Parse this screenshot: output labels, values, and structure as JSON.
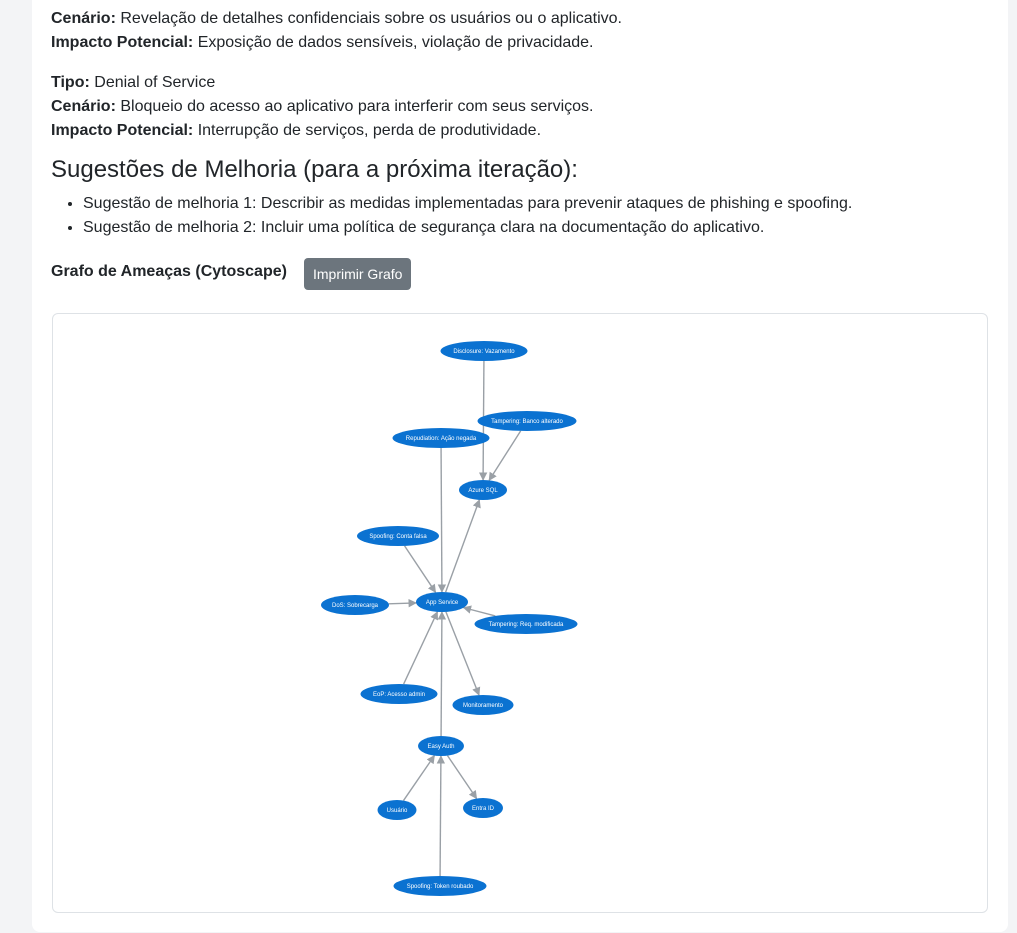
{
  "threats": [
    {
      "scenario_label": "Cenário:",
      "scenario": "Revelação de detalhes confidenciais sobre os usuários ou o aplicativo.",
      "impact_label": "Impacto Potencial:",
      "impact": "Exposição de dados sensíveis, violação de privacidade."
    },
    {
      "type_label": "Tipo:",
      "type": "Denial of Service",
      "scenario_label": "Cenário:",
      "scenario": "Bloqueio do acesso ao aplicativo para interferir com seus serviços.",
      "impact_label": "Impacto Potencial:",
      "impact": "Interrupção de serviços, perda de produtividade."
    }
  ],
  "suggestions": {
    "title": "Sugestões de Melhoria (para a próxima iteração):",
    "items": [
      "Sugestão de melhoria 1: Describir as medidas implementadas para prevenir ataques de phishing e spoofing.",
      "Sugestão de melhoria 2: Incluir uma política de segurança clara na documentação do aplicativo."
    ]
  },
  "graph": {
    "title": "Grafo de Ameaças (Cytoscape)",
    "print_button": "Imprimir Grafo",
    "node_color": "#0b72d1",
    "edge_color": "#9aa0a6",
    "nodes": {
      "disclosure": "Disclosure: Vazamento",
      "tampering_db": "Tampering: Banco alterado",
      "repudiation": "Repudiation: Ação negada",
      "azure_sql": "Azure SQL",
      "spoofing_account": "Spoofing: Conta falsa",
      "dos": "DoS: Sobrecarga",
      "app_service": "App Service",
      "tampering_req": "Tampering: Req. modificada",
      "eop": "EoP: Acesso admin",
      "monitoring": "Monitoramento",
      "easy_auth": "Easy Auth",
      "user": "Usuário",
      "entra_id": "Entra ID",
      "spoofing_token": "Spoofing: Token roubado"
    }
  }
}
